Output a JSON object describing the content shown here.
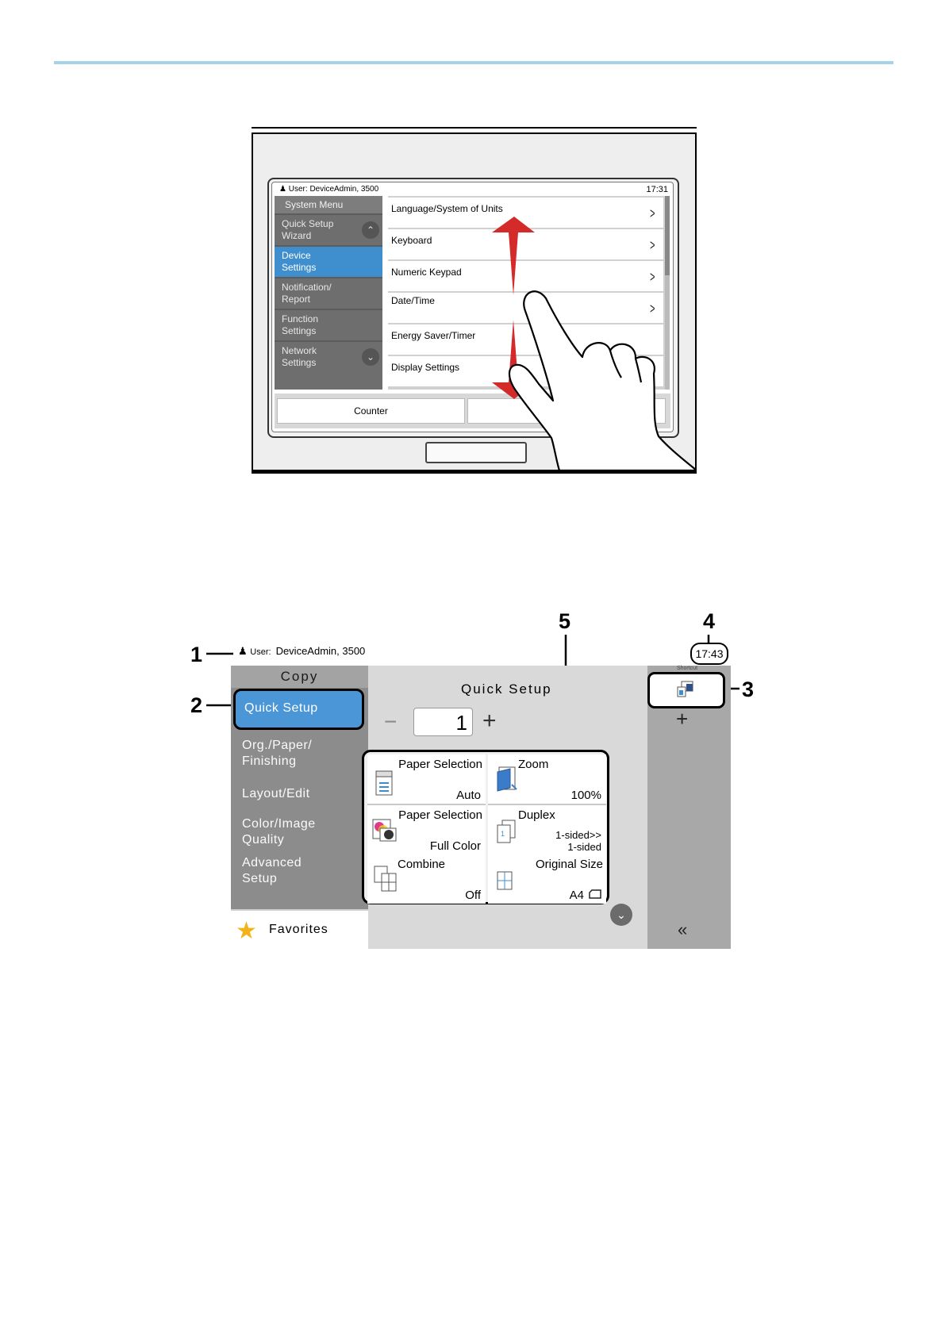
{
  "figure1": {
    "statusbar": {
      "user_label": "User:",
      "user": "DeviceAdmin, 3500",
      "time": "17:31"
    },
    "sidebar": {
      "title": "System Menu",
      "items": [
        {
          "label_line1": "Quick Setup",
          "label_line2": "Wizard"
        },
        {
          "label_line1": "Device",
          "label_line2": "Settings"
        },
        {
          "label_line1": "Notification/",
          "label_line2": "Report"
        },
        {
          "label_line1": "Function",
          "label_line2": "Settings"
        },
        {
          "label_line1": "Network",
          "label_line2": "Settings"
        }
      ]
    },
    "list": [
      "Language/System of Units",
      "Keyboard",
      "Numeric Keypad",
      "Date/Time",
      "Energy Saver/Timer",
      "Display Settings"
    ],
    "footer": {
      "counter": "Counter"
    }
  },
  "figure2": {
    "callouts": [
      "1",
      "2",
      "3",
      "4",
      "5"
    ],
    "user_label": "User:",
    "user": "DeviceAdmin, 3500",
    "time": "17:43",
    "sidebar": {
      "title": "Copy",
      "selected": "Quick Setup",
      "items": [
        {
          "line1": "Org./Paper/",
          "line2": "Finishing"
        },
        {
          "line1": "Layout/Edit",
          "line2": ""
        },
        {
          "line1": "Color/Image",
          "line2": "Quality"
        },
        {
          "line1": "Advanced",
          "line2": "Setup"
        }
      ],
      "favorites": "Favorites"
    },
    "main_title": "Quick Setup",
    "copies": "1",
    "functions": [
      {
        "name": "Paper Selection",
        "value": "Auto",
        "icon": "paper-tray-icon"
      },
      {
        "name": "Zoom",
        "value": "100%",
        "icon": "zoom-icon"
      },
      {
        "name": "Paper Selection",
        "value": "Full Color",
        "icon": "color-mode-icon"
      },
      {
        "name": "Duplex",
        "value_line1": "1-sided>>",
        "value_line2": "1-sided",
        "icon": "duplex-icon"
      },
      {
        "name": "Combine",
        "value": "Off",
        "icon": "combine-icon"
      },
      {
        "name": "Original Size",
        "value": "A4",
        "icon": "original-size-icon"
      }
    ],
    "shortcut_tab": "Shortcut"
  },
  "colors": {
    "accent_line": "#a6d3ea",
    "selected_blue": "#4a96d6",
    "arrow_red": "#d42a2a",
    "star": "#f2b318"
  }
}
